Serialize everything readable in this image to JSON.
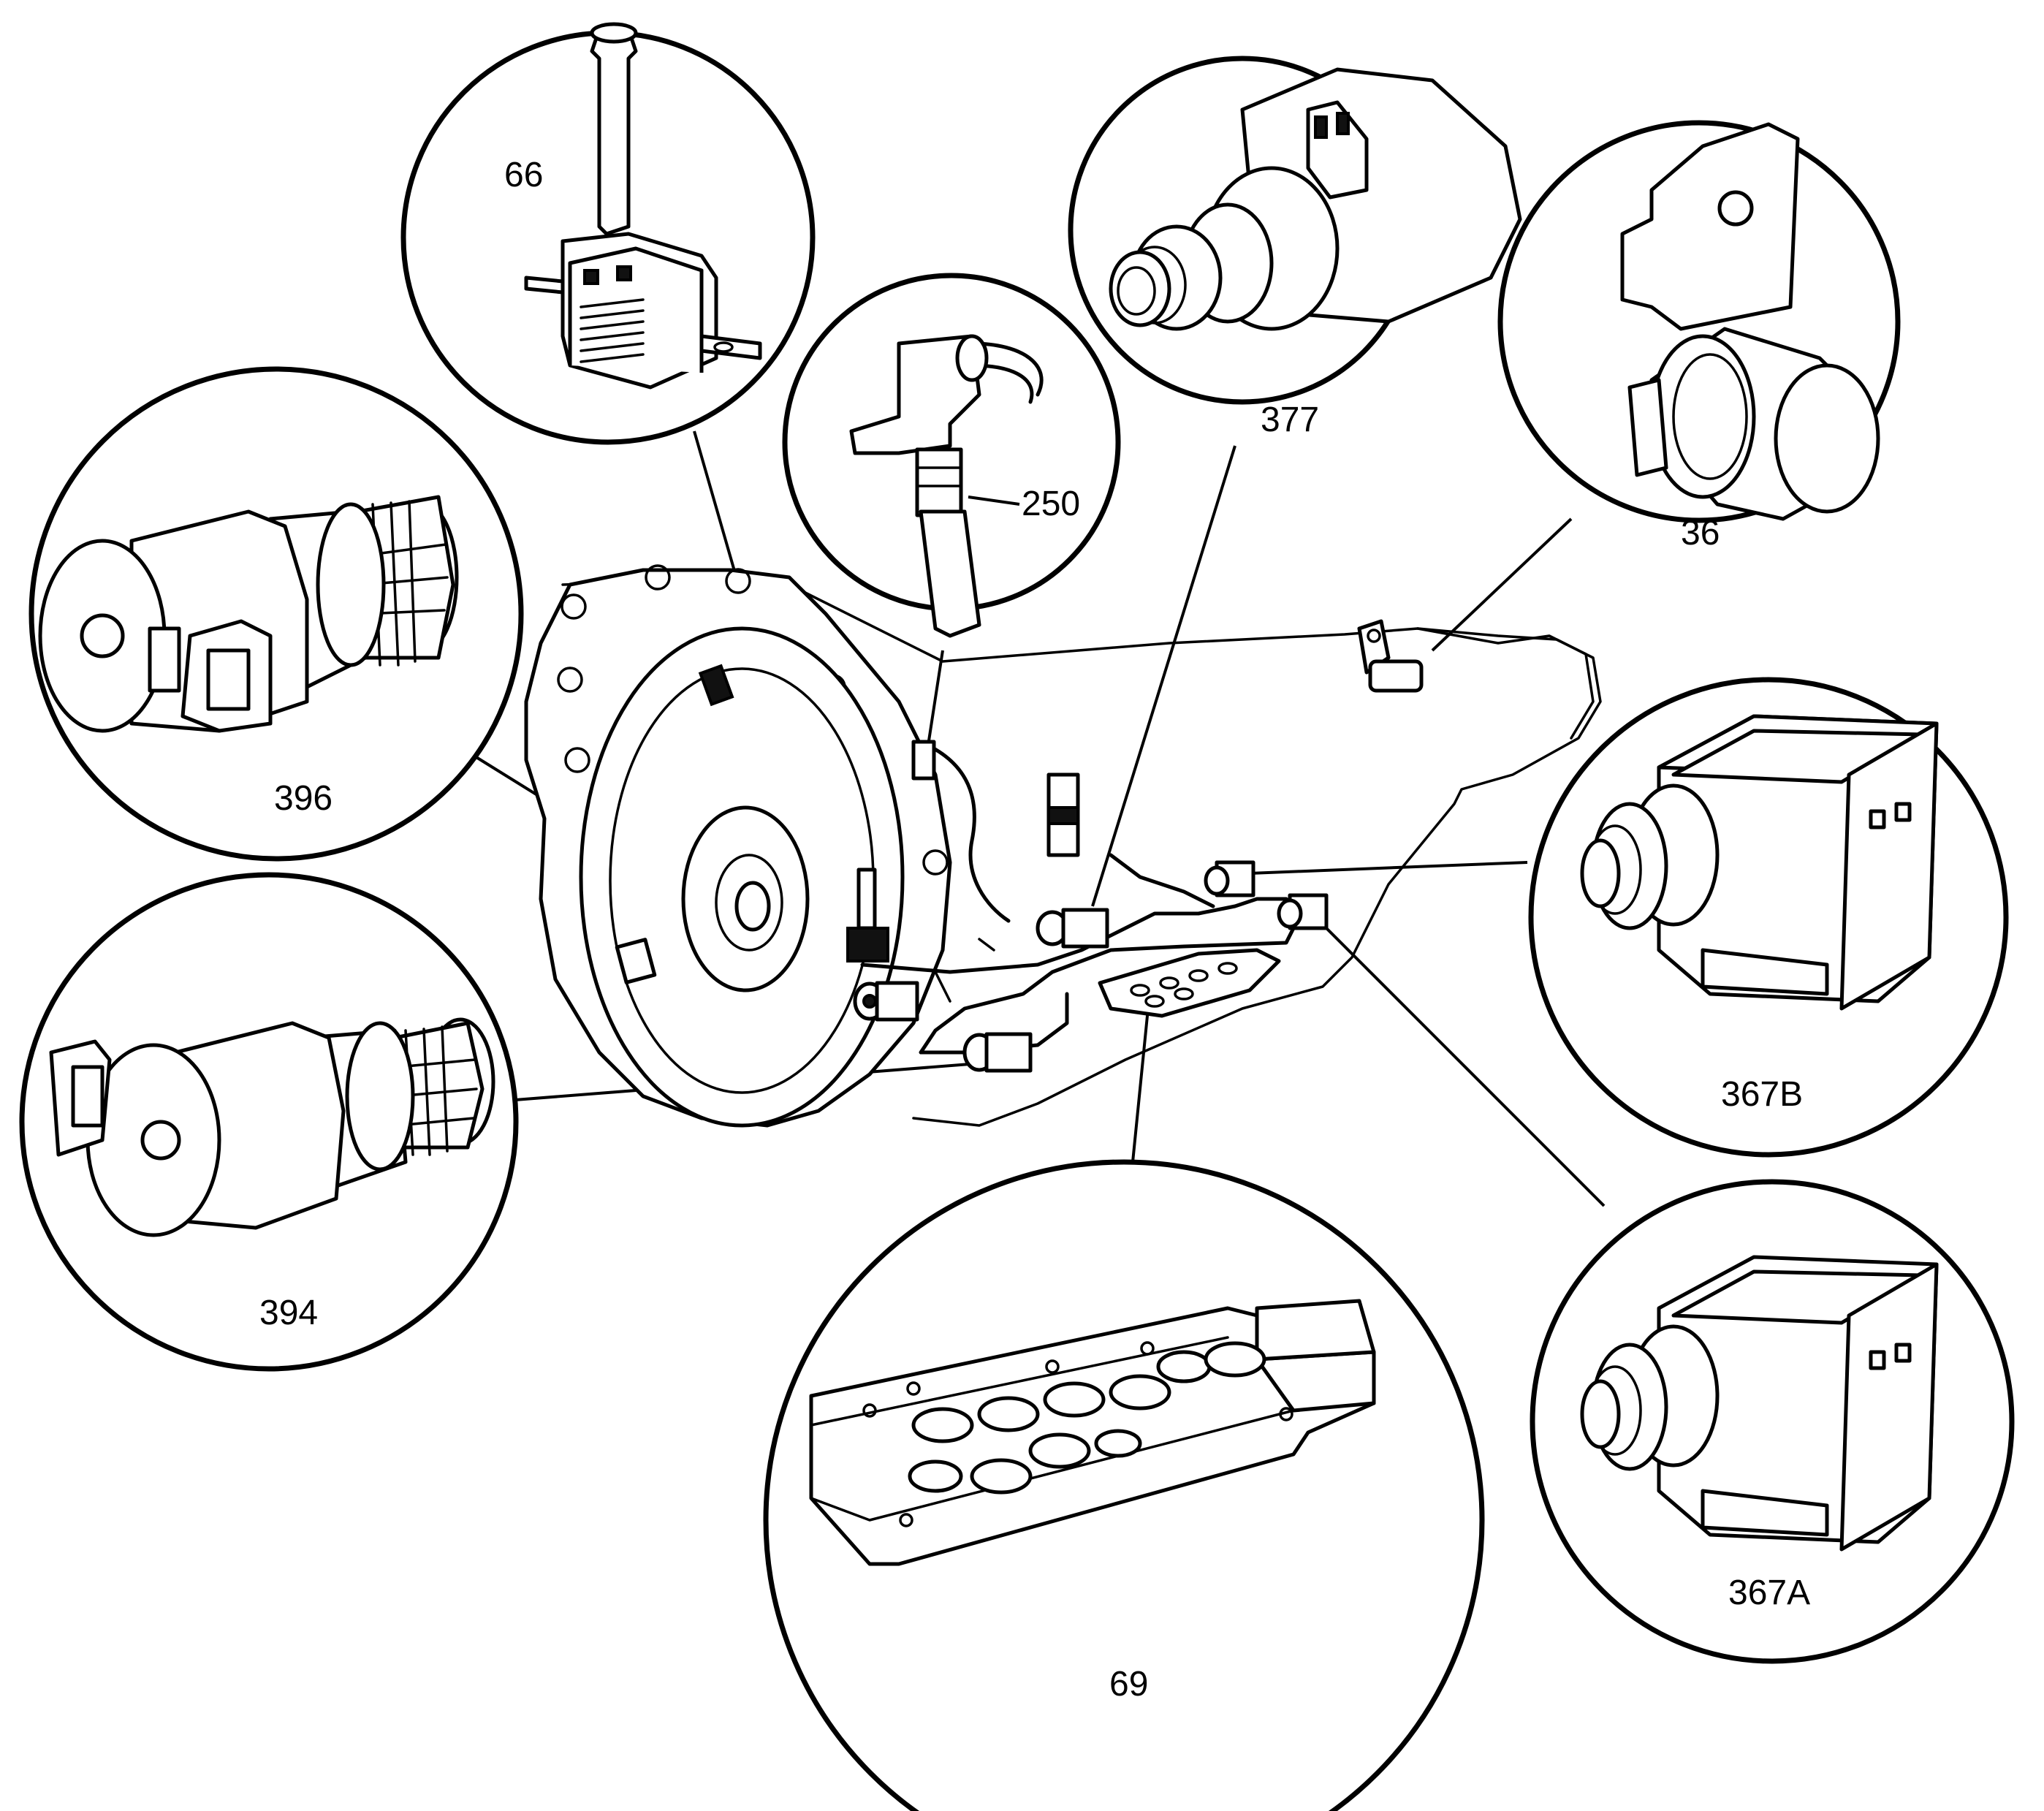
{
  "callouts": {
    "c66": "66",
    "c250": "250",
    "c377": "377",
    "c36": "36",
    "c396": "396",
    "c394": "394",
    "c367b": "367B",
    "c367a": "367A",
    "c69": "69"
  }
}
